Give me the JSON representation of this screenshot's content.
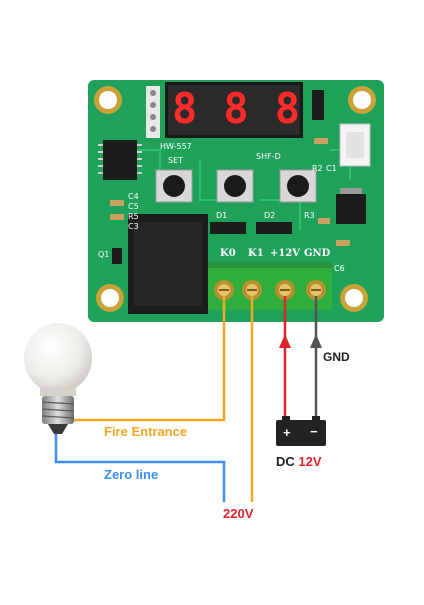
{
  "board": {
    "model": "HW-557",
    "set_label": "SET",
    "sub_label": "SHF-D",
    "display_digits": [
      "8",
      "8",
      "8"
    ],
    "component_labels": {
      "c4": "C4",
      "c5": "C5",
      "r5": "R5",
      "c3": "C3",
      "q1": "Q1",
      "d1": "D1",
      "d2": "D2",
      "r3": "R3",
      "r2": "R2",
      "c1": "C1",
      "c6": "C6"
    }
  },
  "terminals": {
    "k0": "K0",
    "k1": "K1",
    "v12": "+12V",
    "gnd": "GND"
  },
  "wiring": {
    "fire_entrance": "Fire Entrance",
    "zero_line": "Zero line",
    "mains": "220V",
    "gnd": "GND",
    "battery_plus": "+",
    "battery_minus": "−",
    "dc_prefix": "DC",
    "dc_voltage": "12V"
  },
  "colors": {
    "board_green": "#1fa15a",
    "fire_wire": "#f5a623",
    "zero_wire": "#3d8ef0",
    "plus_wire": "#e0242c",
    "gnd_wire": "#555555",
    "terminal_green": "#2fae3c",
    "display_red": "#ff2a2a"
  }
}
